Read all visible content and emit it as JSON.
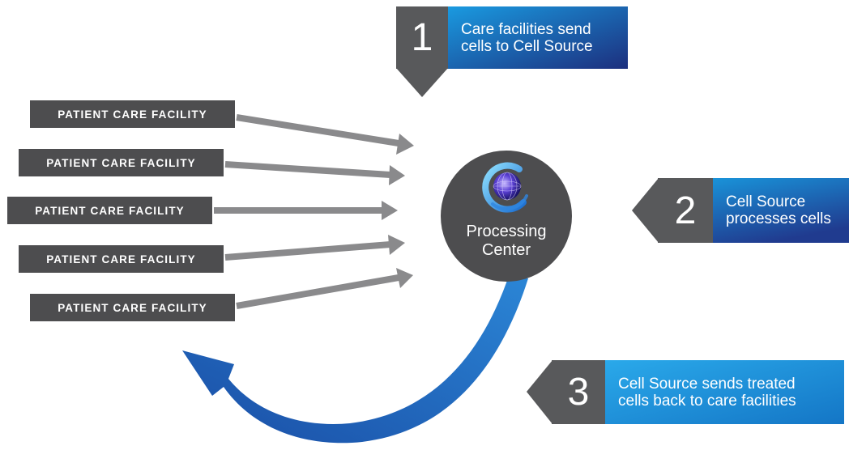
{
  "facilities": [
    {
      "label": "PATIENT CARE FACILITY"
    },
    {
      "label": "PATIENT CARE FACILITY"
    },
    {
      "label": "PATIENT CARE FACILITY"
    },
    {
      "label": "PATIENT CARE FACILITY"
    },
    {
      "label": "PATIENT CARE FACILITY"
    }
  ],
  "processing_center": {
    "line1": "Processing",
    "line2": "Center",
    "logo_icon": "cell-source-logo-icon"
  },
  "steps": [
    {
      "number": "1",
      "line1": "Care facilities send",
      "line2": "cells to Cell Source"
    },
    {
      "number": "2",
      "line1": "Cell Source",
      "line2": "processes cells"
    },
    {
      "number": "3",
      "line1": "Cell Source sends treated",
      "line2": "cells back to care facilities"
    }
  ],
  "colors": {
    "dark_gray": "#4d4d4f",
    "number_gray": "#58595b",
    "arrow_gray": "#8a8a8c",
    "blue_dark": "#1f3f94",
    "blue_light": "#0f8fd6",
    "return_arrow_blue": "#1d62b8"
  }
}
